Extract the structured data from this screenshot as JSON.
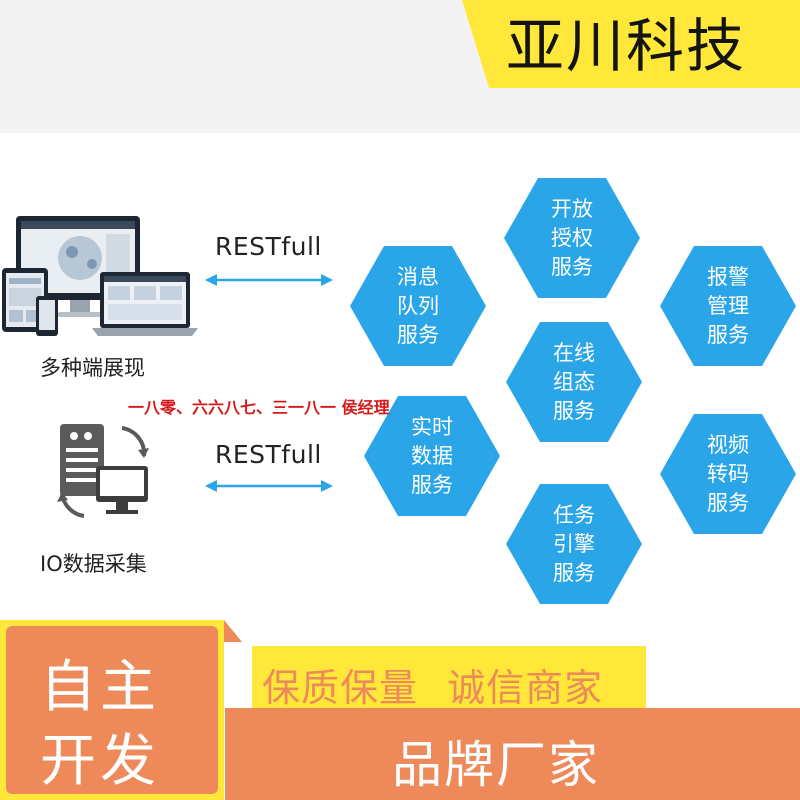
{
  "header": {
    "brand": "亚川科技"
  },
  "left": {
    "devices_caption": "多种端展现",
    "io_caption": "IO数据采集",
    "rest_label_top": "RESTfull",
    "rest_label_bottom": "RESTfull"
  },
  "overlay_contact": "一八零、六六八七、三一八一 侯经理",
  "services": {
    "open_auth": [
      "开放",
      "授权",
      "服务"
    ],
    "message_queue": [
      "消息",
      "队列",
      "服务"
    ],
    "alarm_mgmt": [
      "报警",
      "管理",
      "服务"
    ],
    "online_config": [
      "在线",
      "组态",
      "服务"
    ],
    "realtime_data": [
      "实时",
      "数据",
      "服务"
    ],
    "video_transcode": [
      "视频",
      "转码",
      "服务"
    ],
    "task_engine": [
      "任务",
      "引擎",
      "服务"
    ]
  },
  "bottom": {
    "badge_line_1": "自主",
    "badge_line_2": "开发",
    "slogan": "保质保量 诚信商家",
    "brand_line": "品牌厂家"
  },
  "colors": {
    "hex_blue": "#2aa6e8",
    "accent_yellow": "#ffe83a",
    "accent_orange": "#ee8a5a",
    "contact_red": "#d71818"
  }
}
